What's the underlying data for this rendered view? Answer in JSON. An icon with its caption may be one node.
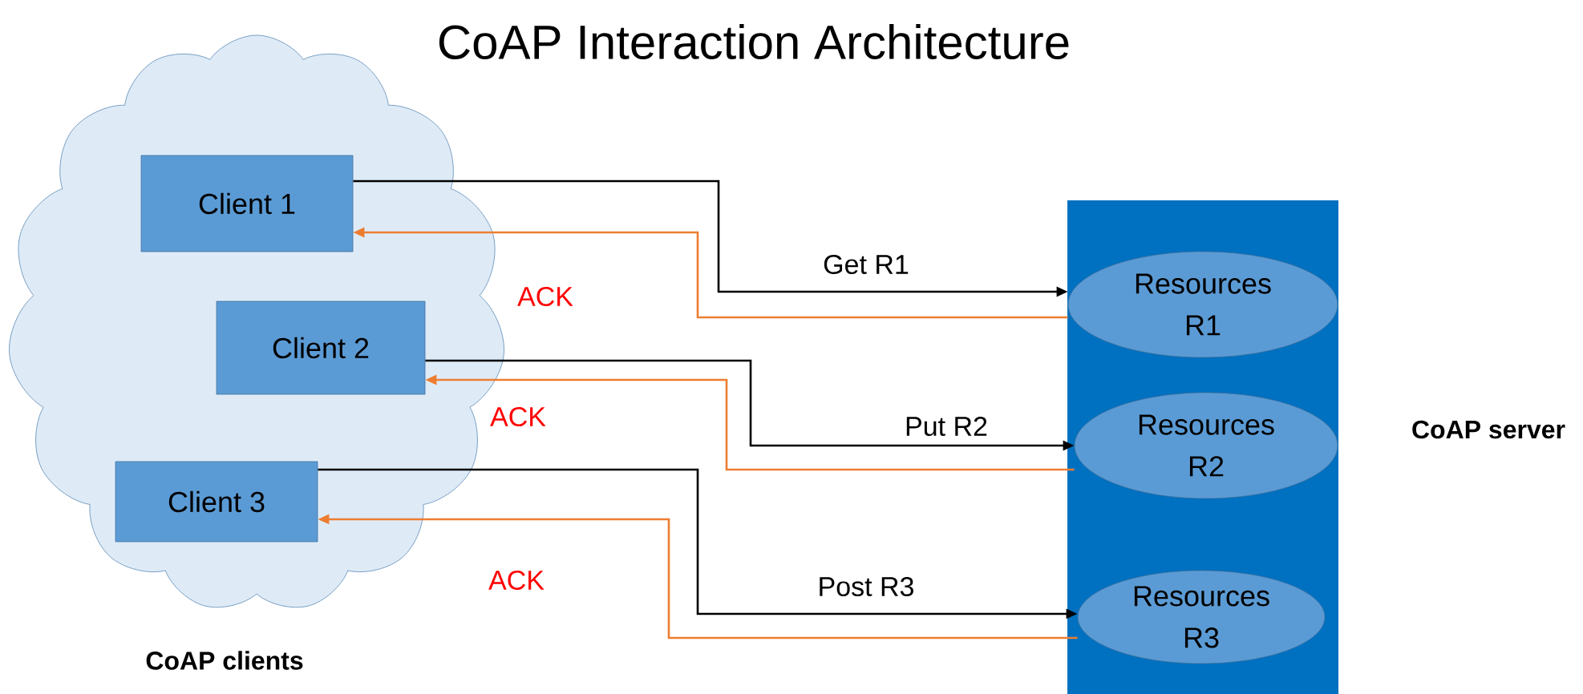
{
  "diagram": {
    "title": "CoAP Interaction Architecture",
    "nodes": [
      {
        "text": [
          "CoAP clients"
        ]
      },
      {
        "text": [
          "Client 1"
        ],
        "in": 0
      },
      {
        "text": [
          "Client 2"
        ],
        "in": 0
      },
      {
        "text": [
          "Client 3"
        ],
        "in": 0
      },
      {
        "text": [
          "CoAP server"
        ]
      },
      {
        "text": [
          "Resources R1"
        ],
        "in": 4
      },
      {
        "text": [
          "Resources R2"
        ],
        "in": 4
      },
      {
        "text": [
          "Resources R3"
        ],
        "in": 4
      }
    ],
    "edges": [
      {
        "from": 1,
        "to": 5,
        "arrow": "to",
        "label": "Get R1"
      },
      {
        "from": 5,
        "to": 1,
        "arrow": "to",
        "label": "ACK",
        "color": "#ed7d31"
      },
      {
        "from": 2,
        "to": 6,
        "arrow": "to",
        "label": "Put R2"
      },
      {
        "from": 6,
        "to": 2,
        "arrow": "to",
        "label": "ACK",
        "color": "#ed7d31"
      },
      {
        "from": 3,
        "to": 7,
        "arrow": "to",
        "label": "Post R3"
      },
      {
        "from": 7,
        "to": 3,
        "arrow": "to",
        "label": "ACK",
        "color": "#ed7d31"
      }
    ]
  }
}
